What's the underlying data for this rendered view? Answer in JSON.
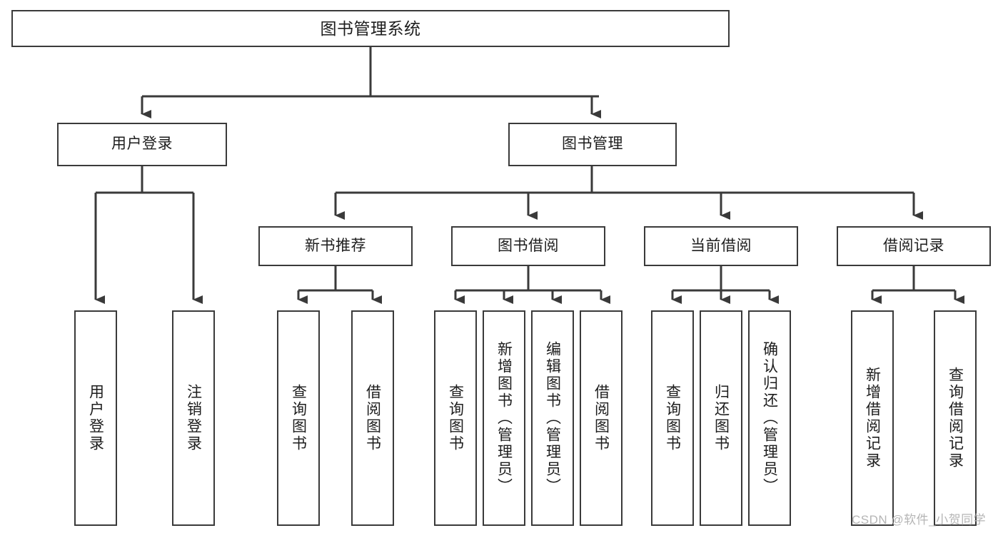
{
  "diagram": {
    "title": "图书管理系统",
    "type": "tree",
    "root": {
      "label": "图书管理系统"
    },
    "level1": [
      {
        "id": "user-login",
        "label": "用户登录"
      },
      {
        "id": "book-manage",
        "label": "图书管理"
      }
    ],
    "level2": [
      {
        "id": "new-book-recommend",
        "label": "新书推荐",
        "parent": "book-manage"
      },
      {
        "id": "book-borrow",
        "label": "图书借阅",
        "parent": "book-manage"
      },
      {
        "id": "current-borrow",
        "label": "当前借阅",
        "parent": "book-manage"
      },
      {
        "id": "borrow-record",
        "label": "借阅记录",
        "parent": "book-manage"
      }
    ],
    "leaves": {
      "user-login": [
        {
          "id": "leaf-user-login",
          "label": "用户登录"
        },
        {
          "id": "leaf-logout-login",
          "label": "注销登录"
        }
      ],
      "new-book-recommend": [
        {
          "id": "leaf-query-book-1",
          "label": "查询图书"
        },
        {
          "id": "leaf-borrow-book-1",
          "label": "借阅图书"
        }
      ],
      "book-borrow": [
        {
          "id": "leaf-query-book-2",
          "label": "查询图书"
        },
        {
          "id": "leaf-add-book",
          "label": "新增图书（管理员）"
        },
        {
          "id": "leaf-edit-book",
          "label": "编辑图书（管理员）"
        },
        {
          "id": "leaf-borrow-book-2",
          "label": "借阅图书"
        }
      ],
      "current-borrow": [
        {
          "id": "leaf-query-book-3",
          "label": "查询图书"
        },
        {
          "id": "leaf-return-book",
          "label": "归还图书"
        },
        {
          "id": "leaf-confirm-return",
          "label": "确认归还（管理员）"
        }
      ],
      "borrow-record": [
        {
          "id": "leaf-add-record",
          "label": "新增借阅记录"
        },
        {
          "id": "leaf-query-record",
          "label": "查询借阅记录"
        }
      ]
    }
  },
  "watermark": {
    "text": "CSDN @软件_小贺同学"
  },
  "colors": {
    "stroke": "#3a3a3a",
    "background": "#ffffff",
    "text": "#1d1d1d",
    "watermark": "#b5b5b5"
  }
}
